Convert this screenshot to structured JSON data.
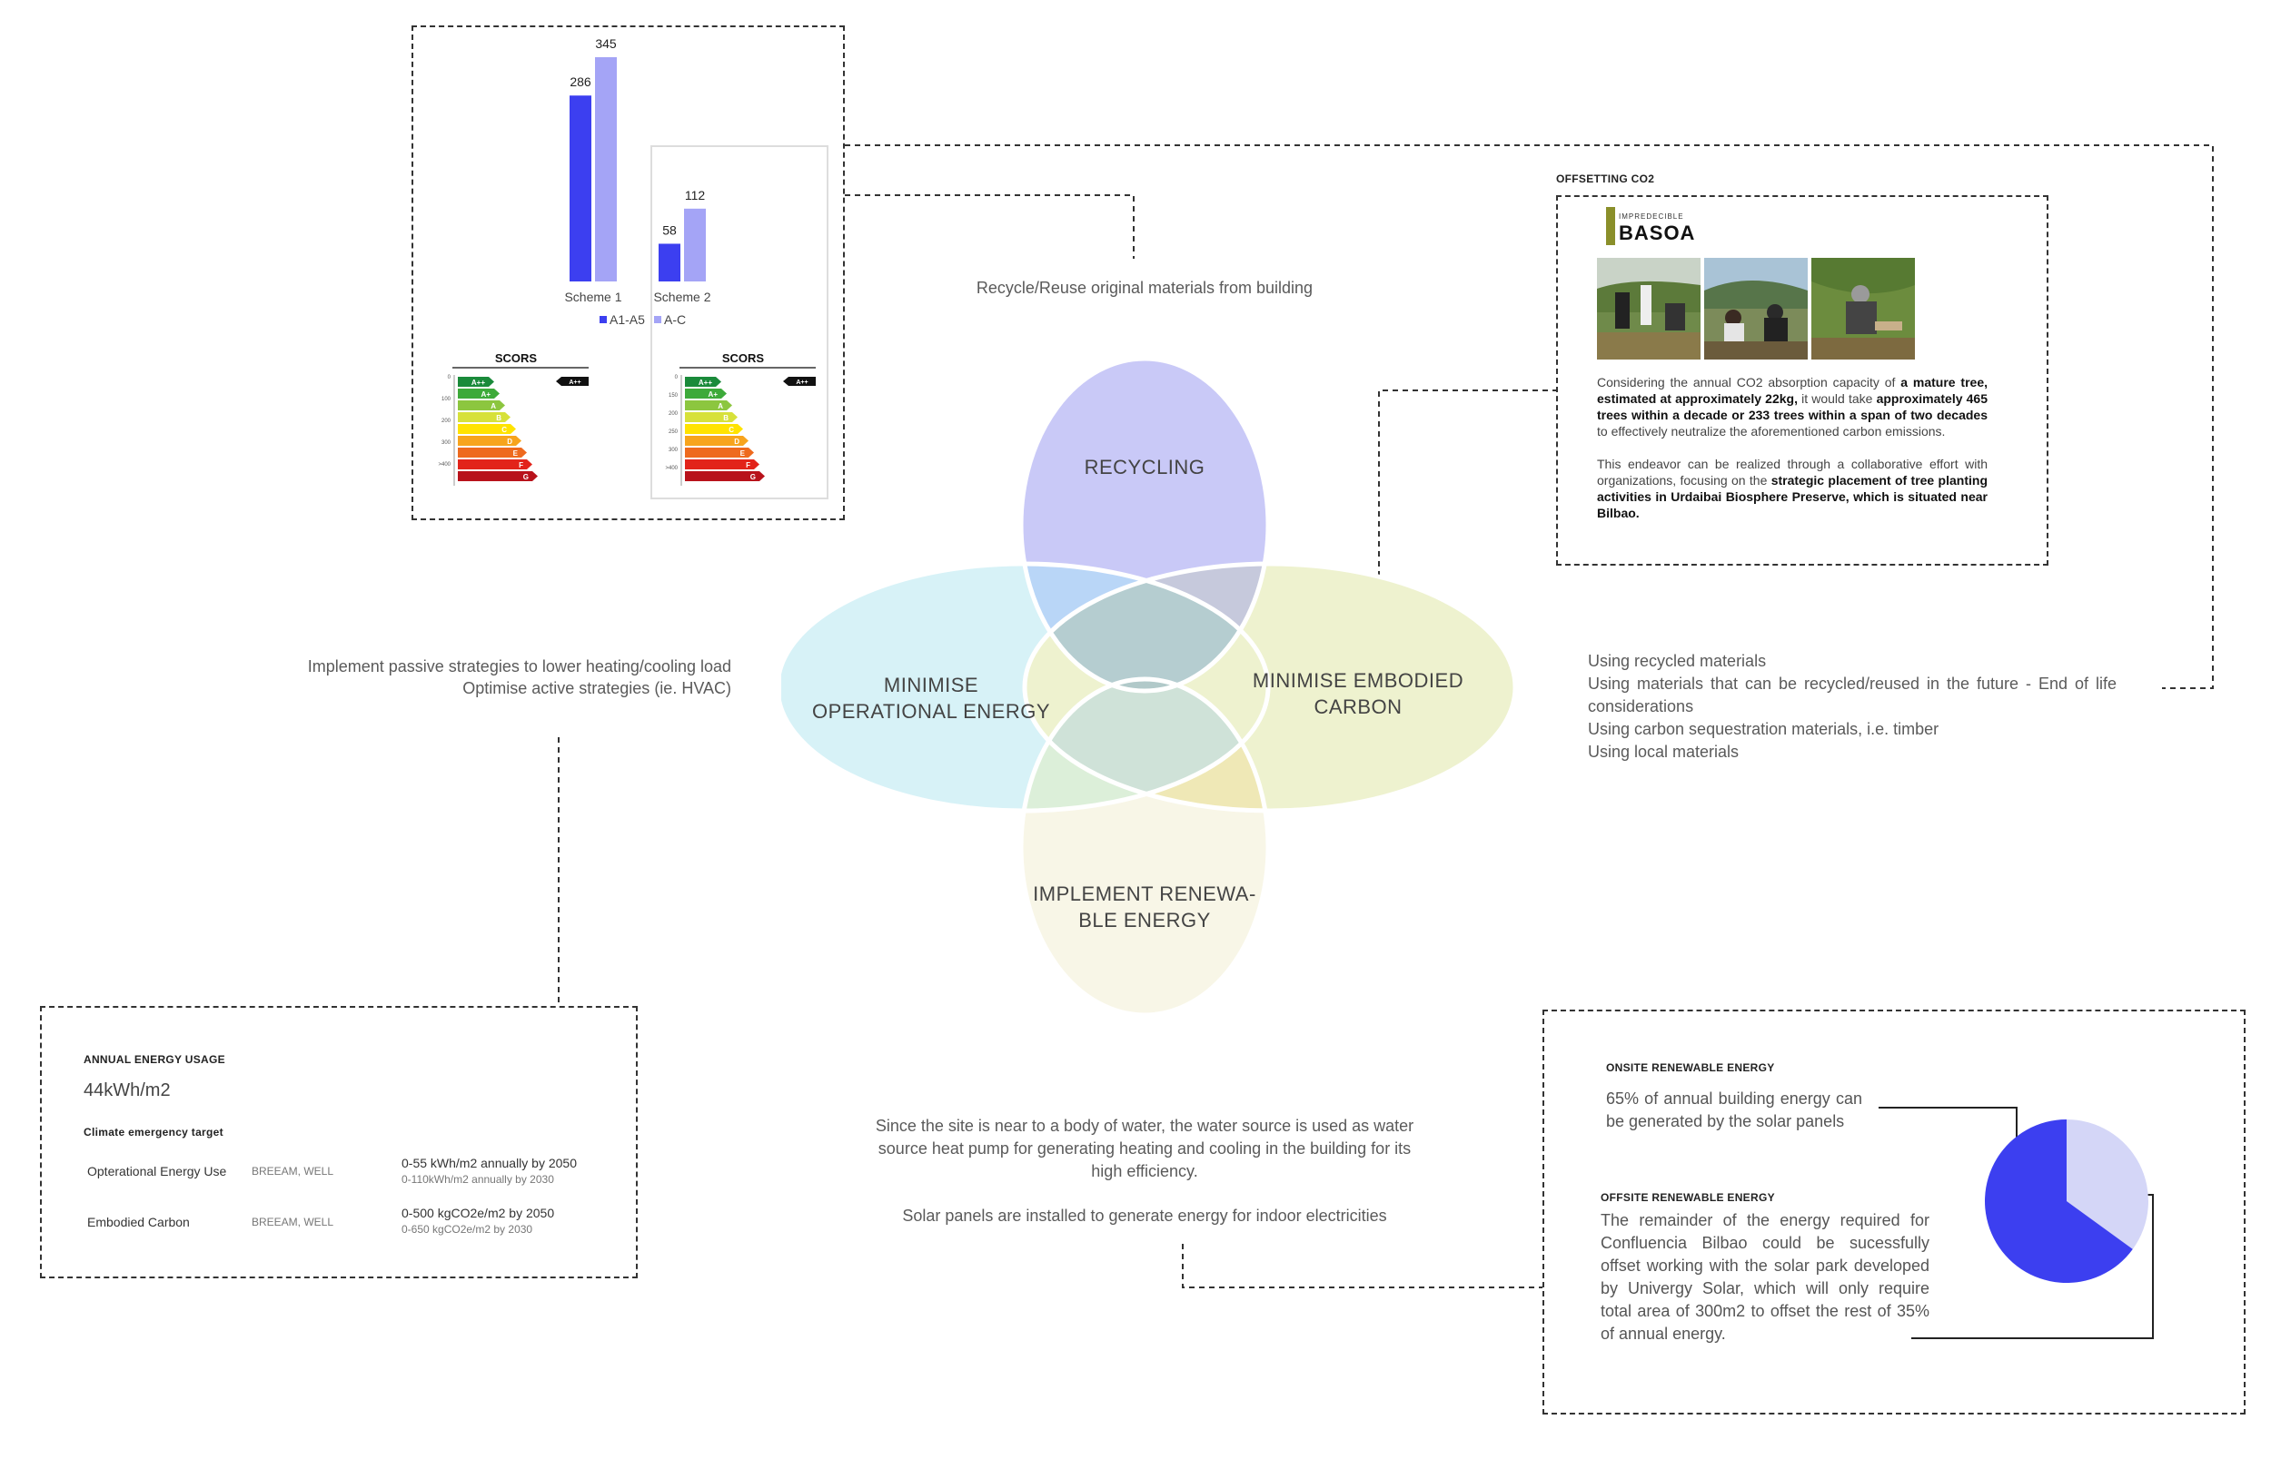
{
  "venn": {
    "top": "RECYCLING",
    "left": "MINIMISE OPERATIONAL ENERGY",
    "right": "MINIMISE EMBODIED CARBON",
    "bottom": "IMPLEMENT RENEWA- BLE ENERGY",
    "colors": {
      "top": "#c9c9f7",
      "left": "#d7f2f7",
      "right": "#eef2cf",
      "bottom": "#f8f6e6",
      "center": "#b5cdd0"
    }
  },
  "notes": {
    "top": "Recycle/Reuse original materials from building",
    "left_1": "Implement passive strategies to lower heating/cooling load",
    "left_2": "Optimise active strategies (ie. HVAC)",
    "right_1": "Using recycled materials",
    "right_2": "Using materials that can be recycled/reused in the future - End of life considerations",
    "right_3": "Using carbon sequestration materials, i.e. timber",
    "right_4": "Using local materials",
    "bottom_1": "Since the site is near to a body of water, the water source is used as water source heat pump for generating heating and cooling in the building for its high efficiency.",
    "bottom_2": "Solar panels are installed to generate energy for indoor electricities"
  },
  "chart_data": [
    {
      "type": "bar",
      "categories": [
        "Scheme 1",
        "Scheme 2"
      ],
      "series": [
        {
          "name": "A1-A5",
          "values": [
            286,
            58
          ],
          "color": "#3c3ff0"
        },
        {
          "name": "A-C",
          "values": [
            345,
            112
          ],
          "color": "#a4a4f6"
        }
      ],
      "legend_position": "bottom"
    },
    {
      "type": "pie",
      "labels": [
        "Onsite renewable energy",
        "Offsite renewable energy"
      ],
      "values": [
        65,
        35
      ],
      "colors": [
        "#3c3ff0",
        "#d4d6f7"
      ]
    }
  ],
  "rating_panels": [
    {
      "title": "SCORS",
      "grades": [
        "A++",
        "A+",
        "A",
        "B",
        "C",
        "D",
        "E",
        "F",
        "G"
      ],
      "ticks": [
        "0",
        "100",
        "200",
        "300",
        ">400"
      ],
      "badge": "A++"
    },
    {
      "title": "SCORS",
      "grades": [
        "A++",
        "A+",
        "A",
        "B",
        "C",
        "D",
        "E",
        "F",
        "G"
      ],
      "ticks": [
        "0",
        "150",
        "200",
        "250",
        "300",
        ">400"
      ],
      "badge": "A++"
    }
  ],
  "grade_colors": [
    "#1a8a3a",
    "#3daa3a",
    "#8cc63f",
    "#d7e13a",
    "#ffe300",
    "#f7a41d",
    "#ee6a1e",
    "#e2231a",
    "#b8121b"
  ],
  "offset": {
    "heading": "OFFSETTING CO2",
    "logo_top": "IMPREDECIBLE",
    "logo_main": "BASOA",
    "p1_a": "Considering the annual CO2 absorption capacity of ",
    "p1_b": "a mature tree, estimated at approximately 22kg,",
    "p1_c": " it would take ",
    "p1_d": "approximately 465 trees within a decade or 233 trees within a span of two decades",
    "p1_e": " to effectively neutralize the aforementioned carbon emissions.",
    "p2_a": "This endeavor can be realized through a collaborative effort with organizations, focusing on the ",
    "p2_b": "strategic placement of tree planting activities in Urdaibai Biosphere Preserve, which is situated near Bilbao."
  },
  "energy": {
    "heading": "ANNUAL ENERGY USAGE",
    "value": "44kWh/m2",
    "target_heading": "Climate emergency target",
    "rows": [
      {
        "label": "Opterational Energy Use",
        "standard": "BREEAM, WELL",
        "target_2050": "0-55 kWh/m2 annually by 2050",
        "target_2030": "0-110kWh/m2 annually by 2030"
      },
      {
        "label": "Embodied Carbon",
        "standard": "BREEAM, WELL",
        "target_2050": "0-500 kgCO2e/m2 by 2050",
        "target_2030": "0-650 kgCO2e/m2 by 2030"
      }
    ]
  },
  "renewable": {
    "onsite_heading": "ONSITE RENEWABLE ENERGY",
    "onsite_text": "65% of annual building energy can be generated by the solar panels",
    "offsite_heading": "OFFSITE RENEWABLE ENERGY",
    "offsite_text": "The remainder of the energy required for Confluencia Bilbao could be sucessfully offset working with the solar park developed by Univergy Solar, which will only require total area of 300m2 to offset the rest of 35% of annual energy."
  }
}
